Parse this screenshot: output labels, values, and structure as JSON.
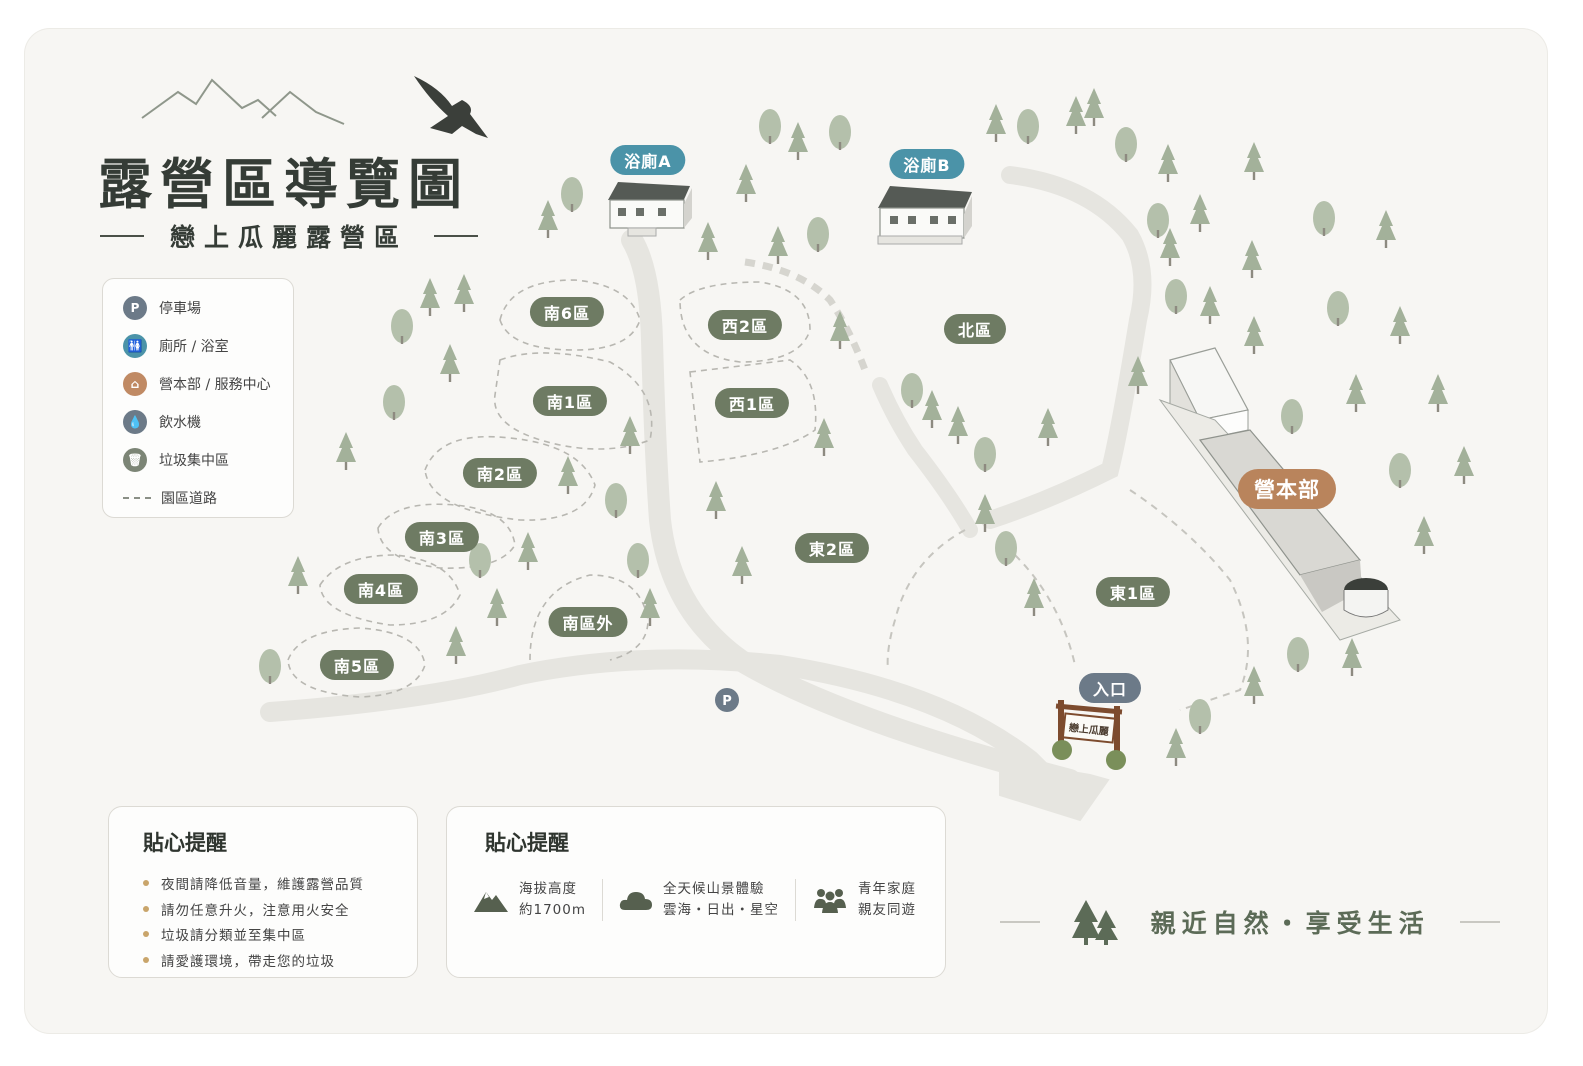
{
  "title": "露營區導覽圖",
  "subtitle": "戀上瓜麗露營區",
  "legend": [
    {
      "icon": "P",
      "label": "停車場",
      "color": "#6c7a88",
      "name": "parking"
    },
    {
      "icon": "🚻",
      "label": "廁所 / 浴室",
      "color": "#4b93a8",
      "name": "restroom"
    },
    {
      "icon": "⌂",
      "label": "營本部 / 服務中心",
      "color": "#c08a64",
      "name": "service-center"
    },
    {
      "icon": "💧",
      "label": "飲水機",
      "color": "#6c7a88",
      "name": "water"
    },
    {
      "icon": "🗑",
      "label": "垃圾集中區",
      "color": "#7c8576",
      "name": "trash"
    },
    {
      "icon": "dash",
      "label": "園區道路",
      "color": "#8a8f86",
      "name": "road"
    }
  ],
  "zones": [
    {
      "label": "南6區",
      "style": "green"
    },
    {
      "label": "南1區",
      "style": "green"
    },
    {
      "label": "南2區",
      "style": "green"
    },
    {
      "label": "南3區",
      "style": "green"
    },
    {
      "label": "南4區",
      "style": "green"
    },
    {
      "label": "南5區",
      "style": "green"
    },
    {
      "label": "南區外",
      "style": "green"
    },
    {
      "label": "西2區",
      "style": "green"
    },
    {
      "label": "西1區",
      "style": "green"
    },
    {
      "label": "北區",
      "style": "green"
    },
    {
      "label": "東2區",
      "style": "green"
    },
    {
      "label": "東1區",
      "style": "green"
    },
    {
      "label": "浴廁A",
      "style": "blue"
    },
    {
      "label": "浴廁B",
      "style": "blue"
    },
    {
      "label": "入口",
      "style": "slate"
    },
    {
      "label": "營本部",
      "style": "camp"
    }
  ],
  "entrance_sign": "戀上瓜麗",
  "parking_marker": "P",
  "tips_card": {
    "title": "貼心提醒",
    "items": [
      "夜間請降低音量，維護露營品質",
      "請勿任意升火，注意用火安全",
      "垃圾請分類並至集中區",
      "請愛護環境，帶走您的垃圾"
    ]
  },
  "info_card": {
    "title": "貼心提醒",
    "facts": [
      {
        "icon": "mountain-icon",
        "line1": "海拔高度",
        "line2": "約1700m"
      },
      {
        "icon": "cloud-icon",
        "line1": "全天候山景體驗",
        "line2": "雲海・日出・星空"
      },
      {
        "icon": "people-icon",
        "line1": "青年家庭",
        "line2": "親友同遊"
      }
    ]
  },
  "slogan": "親近自然・享受生活",
  "colors": {
    "zone": "#6e7b63",
    "bath": "#4b93a8",
    "entrance": "#6c7a88",
    "camp": "#b9845c",
    "road": "#e6e5e0",
    "tree": "#a3b19a"
  }
}
